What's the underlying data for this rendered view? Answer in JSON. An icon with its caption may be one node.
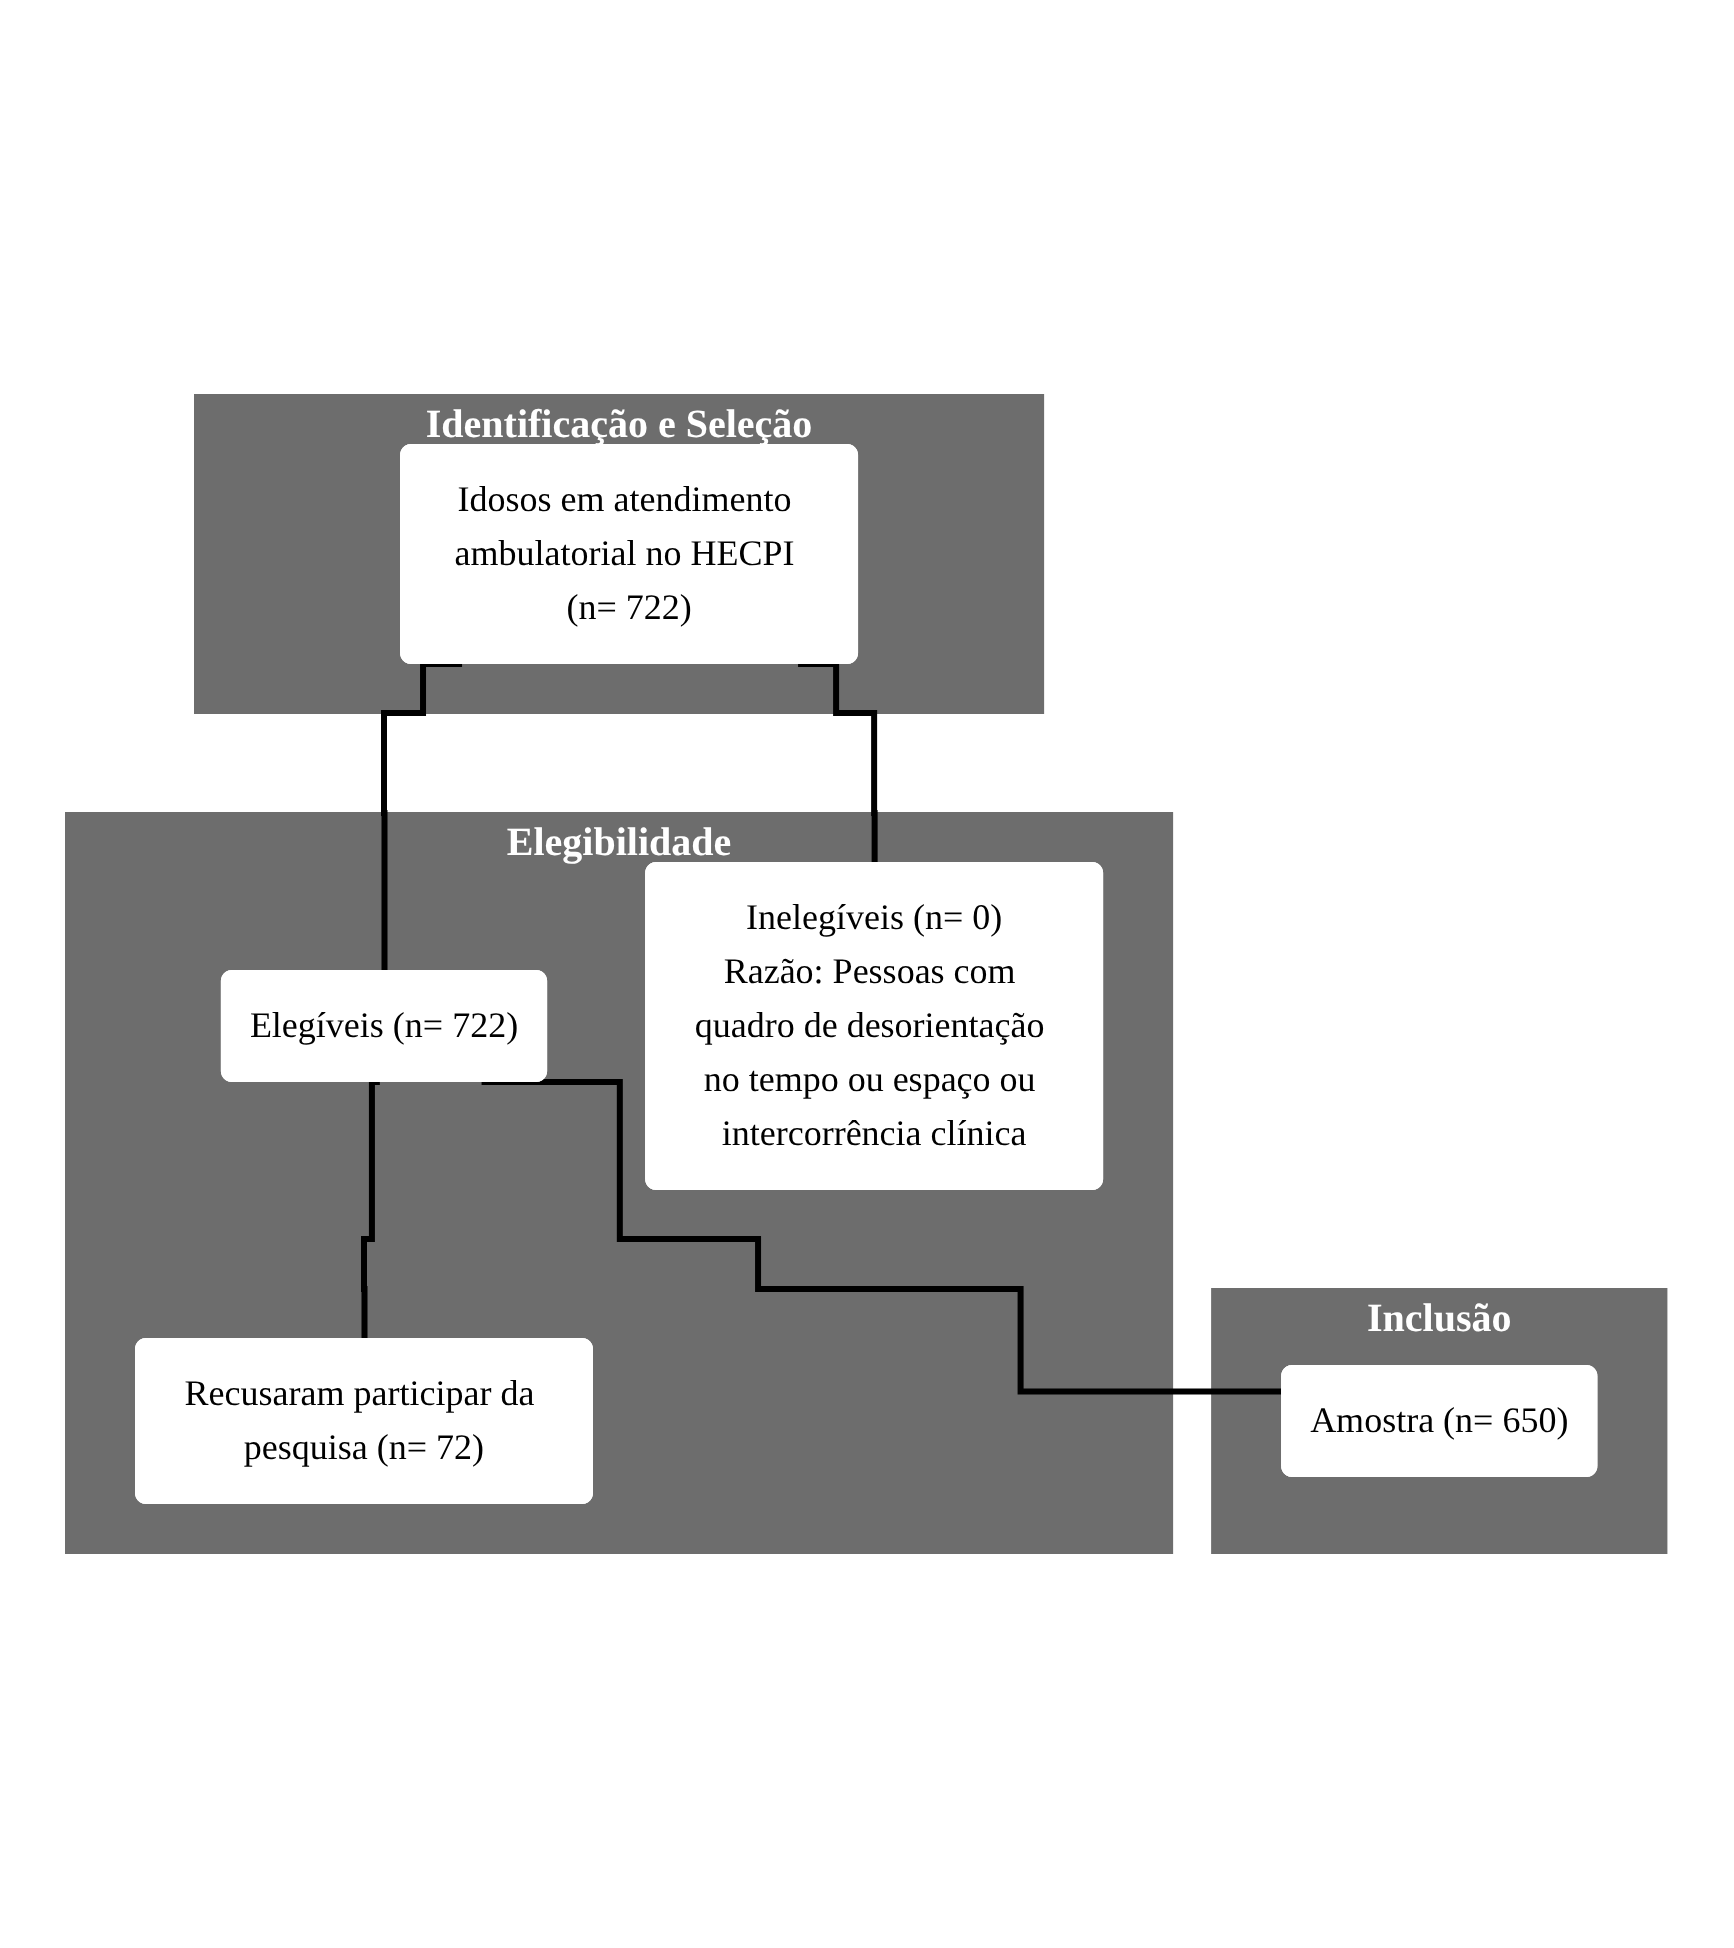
{
  "diagram": {
    "nodes": [
      {
        "text": [
          "Identificação e Seleção"
        ]
      },
      {
        "text": [
          "Idosos em atendimento ambulatorial no HECPI (n= 722)"
        ],
        "in": 0
      },
      {
        "text": [
          "Elegibilidade"
        ]
      },
      {
        "text": [
          "Elegíveis (n= 722)"
        ],
        "in": 2
      },
      {
        "text": [
          "Inelegíveis (n= 0)",
          "Razão: Pessoas com quadro de desorientação no tempo ou espaço ou intercorrência clínica"
        ],
        "in": 2
      },
      {
        "text": [
          "Recusaram participar da pesquisa (n= 72)"
        ],
        "in": 2
      },
      {
        "text": [
          "Inclusão"
        ]
      },
      {
        "text": [
          "Amostra (n= 650)"
        ],
        "in": 6
      }
    ],
    "edges": [
      {
        "from": 1,
        "to": 3,
        "arrow": "none"
      },
      {
        "from": 1,
        "to": 4,
        "arrow": "none"
      },
      {
        "from": 3,
        "to": 5,
        "arrow": "none"
      },
      {
        "from": 3,
        "to": 7,
        "arrow": "none"
      }
    ]
  }
}
